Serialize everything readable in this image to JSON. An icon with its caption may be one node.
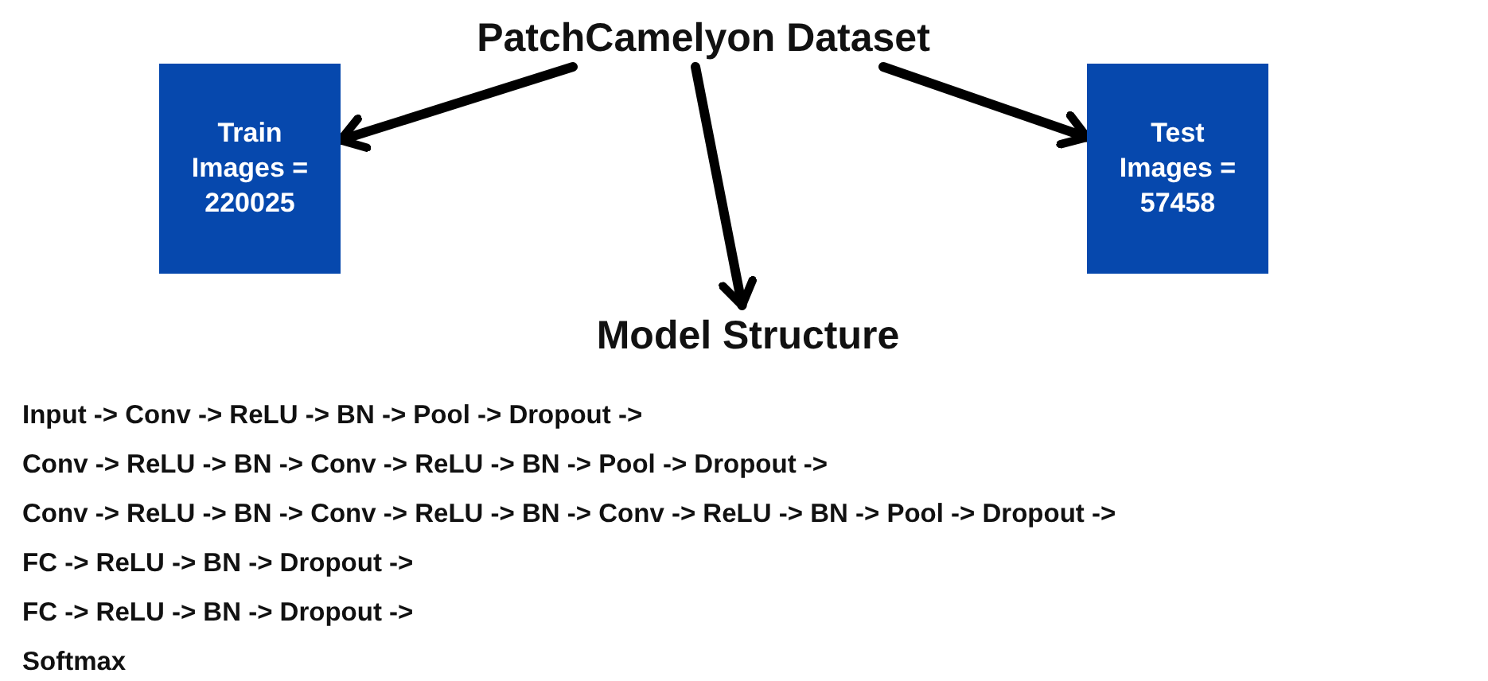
{
  "diagram": {
    "nodes": [
      {
        "text": [
          "PatchCamelyon Dataset"
        ]
      },
      {
        "text": [
          "Train Images = 220025"
        ]
      },
      {
        "text": [
          "Test Images = 57458"
        ]
      },
      {
        "text": [
          "Model Structure"
        ]
      }
    ],
    "edges": [
      {
        "from": 0,
        "to": 1,
        "arrow": "to"
      },
      {
        "from": 0,
        "to": 3,
        "arrow": "to"
      },
      {
        "from": 0,
        "to": 2,
        "arrow": "to"
      }
    ],
    "labels": [
      "Input -> Conv -> ReLU -> BN -> Pool -> Dropout ->",
      "Conv -> ReLU -> BN -> Conv -> ReLU -> BN -> Pool -> Dropout ->",
      "Conv -> ReLU -> BN -> Conv -> ReLU -> BN -> Conv -> ReLU -> BN -> Pool -> Dropout ->",
      "FC -> ReLU -> BN -> Dropout ->",
      "FC -> ReLU -> BN -> Dropout ->",
      "Softmax"
    ]
  }
}
